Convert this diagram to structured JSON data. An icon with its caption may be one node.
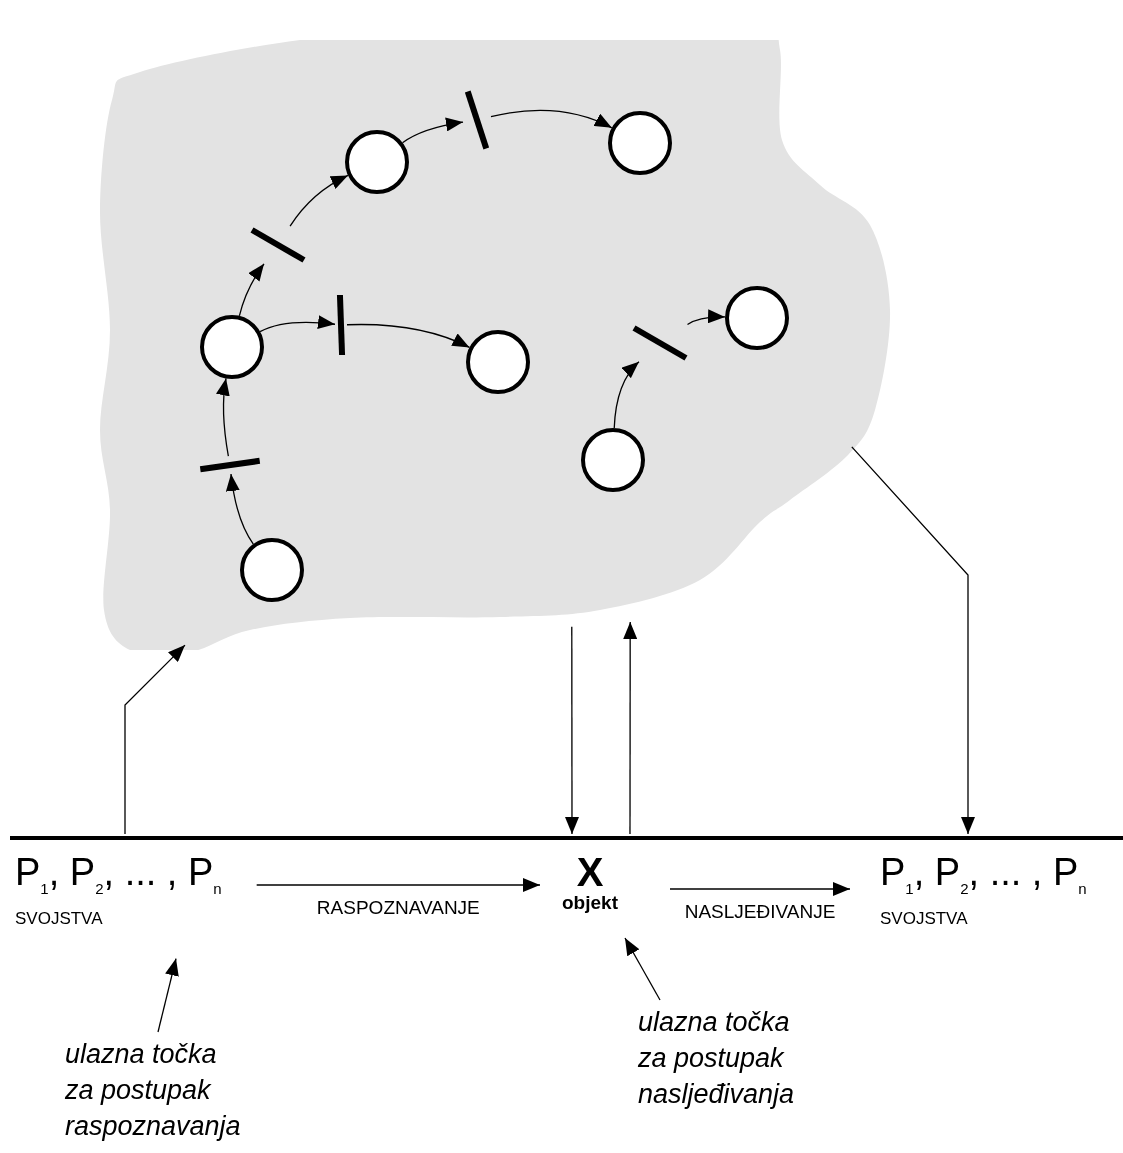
{
  "diagram": {
    "nodes": [
      {
        "text": [],
        "shape": "cloud"
      },
      {
        "text": [],
        "shape": "circle",
        "in": 0
      },
      {
        "text": [],
        "shape": "bar",
        "in": 0
      },
      {
        "text": [],
        "shape": "circle",
        "in": 0
      },
      {
        "text": [],
        "shape": "bar",
        "in": 0
      },
      {
        "text": [],
        "shape": "circle",
        "in": 0
      },
      {
        "text": [],
        "shape": "circle",
        "in": 0
      },
      {
        "text": [],
        "shape": "bar",
        "in": 0
      },
      {
        "text": [],
        "shape": "circle",
        "in": 0
      },
      {
        "text": [],
        "shape": "bar",
        "in": 0
      },
      {
        "text": [],
        "shape": "circle",
        "in": 0
      },
      {
        "text": [],
        "shape": "bar",
        "in": 0
      },
      {
        "text": [],
        "shape": "circle",
        "in": 0
      },
      {
        "text": [
          "P$_{1}$, P$_{2}$, ... , P$_{n}$",
          "SVOJSTVA"
        ]
      },
      {
        "text": [
          "X",
          "objekt"
        ]
      },
      {
        "text": [
          "P$_{1}$, P$_{2}$, ... , P$_{n}$",
          "SVOJSTVA"
        ]
      },
      {
        "text": [
          "ulazna točka za postupak raspoznavanja"
        ]
      },
      {
        "text": [
          "ulazna točka za postupak nasljeđivanja"
        ]
      }
    ],
    "edges": [
      {
        "from": 12,
        "to": 11,
        "arrow": "to"
      },
      {
        "from": 11,
        "to": 6,
        "arrow": "to"
      },
      {
        "from": 6,
        "to": 4,
        "arrow": "to"
      },
      {
        "from": 4,
        "to": 1,
        "arrow": "to"
      },
      {
        "from": 1,
        "to": 2,
        "arrow": "to"
      },
      {
        "from": 2,
        "to": 3,
        "arrow": "to"
      },
      {
        "from": 6,
        "to": 7,
        "arrow": "to"
      },
      {
        "from": 7,
        "to": 8,
        "arrow": "to"
      },
      {
        "from": 10,
        "to": 9,
        "arrow": "to"
      },
      {
        "from": 9,
        "to": 5,
        "arrow": "to"
      },
      {
        "from": 13,
        "to": 14,
        "arrow": "to",
        "label": "RASPOZNAVANJE"
      },
      {
        "from": 14,
        "to": 15,
        "arrow": "to",
        "label": "NASLJEĐIVANJE"
      },
      {
        "from": 13,
        "to": 0,
        "arrow": "to"
      },
      {
        "from": 0,
        "to": 14,
        "arrow": "to"
      },
      {
        "from": 14,
        "to": 0,
        "arrow": "to"
      },
      {
        "from": 0,
        "to": 15,
        "arrow": "to"
      },
      {
        "from": 16,
        "to": 13,
        "arrow": "to"
      },
      {
        "from": 17,
        "to": 14,
        "arrow": "to"
      }
    ]
  }
}
